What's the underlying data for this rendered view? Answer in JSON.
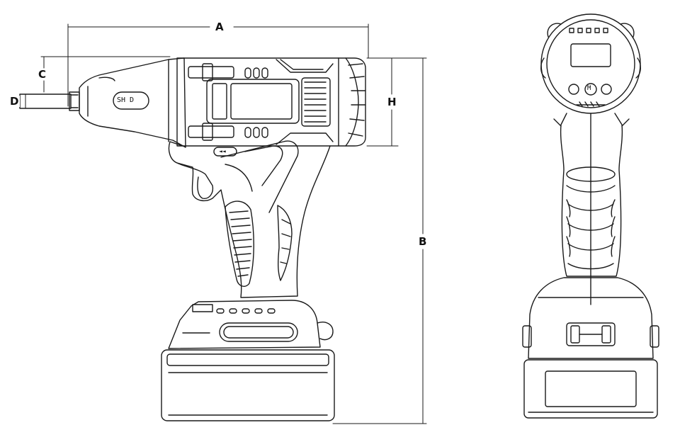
{
  "dimensions": {
    "a": "A",
    "b": "B",
    "c": "C",
    "d": "D",
    "h": "H"
  },
  "side_view": {
    "badge_text": "SH D",
    "direction_mark": "◄◄"
  },
  "front_view": {
    "mode_button": "M"
  },
  "colors": {
    "line": "#1a1a1a",
    "background": "#ffffff"
  }
}
